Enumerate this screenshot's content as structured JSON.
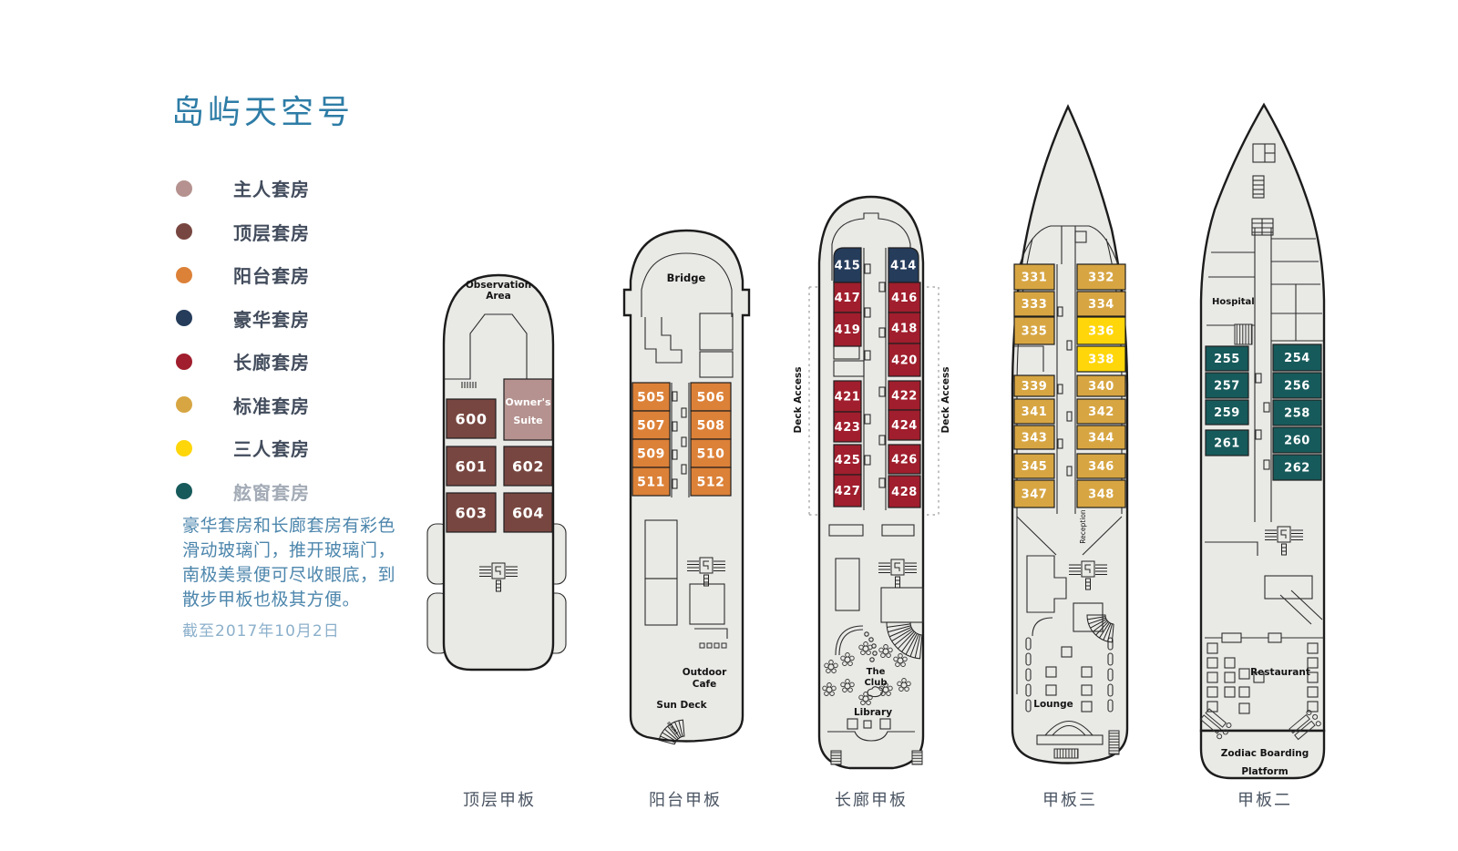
{
  "title": "岛屿天空号",
  "note": "豪华套房和长廊套房有彩色滑动玻璃门，推开玻璃门，南极美景便可尽收眼底，到散步甲板也极其方便。",
  "as_of": "截至2017年10月2日",
  "colors": {
    "master": "#b5928f",
    "penthouse": "#784640",
    "veranda": "#dc8138",
    "deluxe": "#253c5b",
    "promenade": "#a01e2d",
    "standard": "#d7a643",
    "triple": "#ffd60a",
    "porthole": "#175a5b"
  },
  "ui_colors": {
    "title": "#2d7ca6",
    "note": "#4d86ac",
    "date": "#8cb0cb",
    "legend_label": "#424c5c",
    "legend_label_muted": "#a3abb6",
    "deck_label": "#4b5563",
    "hull_fill": "#e9e9e6",
    "outline": "#1c1c1c"
  },
  "legend": [
    {
      "key": "master",
      "label": "主人套房",
      "muted": false
    },
    {
      "key": "penthouse",
      "label": "顶层套房",
      "muted": false
    },
    {
      "key": "veranda",
      "label": "阳台套房",
      "muted": false
    },
    {
      "key": "deluxe",
      "label": "豪华套房",
      "muted": false
    },
    {
      "key": "promenade",
      "label": "长廊套房",
      "muted": false
    },
    {
      "key": "standard",
      "label": "标准套房",
      "muted": false
    },
    {
      "key": "triple",
      "label": "三人套房",
      "muted": false
    },
    {
      "key": "porthole",
      "label": "舷窗套房",
      "muted": true
    }
  ],
  "decks": [
    {
      "id": "top",
      "label": "顶层甲板",
      "areas": {
        "observation_1": "Observation",
        "observation_2": "Area",
        "owners_suite_1": "Owner's",
        "owners_suite_2": "Suite"
      },
      "cabins": [
        {
          "no": "600",
          "type": "penthouse"
        },
        {
          "no": "601",
          "type": "penthouse"
        },
        {
          "no": "602",
          "type": "penthouse"
        },
        {
          "no": "603",
          "type": "penthouse"
        },
        {
          "no": "604",
          "type": "penthouse"
        }
      ]
    },
    {
      "id": "veranda",
      "label": "阳台甲板",
      "areas": {
        "bridge": "Bridge",
        "outdoor_cafe_1": "Outdoor",
        "outdoor_cafe_2": "Cafe",
        "sun_deck": "Sun Deck",
        "stairs": "STAIRS"
      },
      "cabins": [
        {
          "no": "505",
          "type": "veranda"
        },
        {
          "no": "506",
          "type": "veranda"
        },
        {
          "no": "507",
          "type": "veranda"
        },
        {
          "no": "508",
          "type": "veranda"
        },
        {
          "no": "509",
          "type": "veranda"
        },
        {
          "no": "510",
          "type": "veranda"
        },
        {
          "no": "511",
          "type": "veranda"
        },
        {
          "no": "512",
          "type": "veranda"
        }
      ]
    },
    {
      "id": "promenade",
      "label": "长廊甲板",
      "areas": {
        "deck_access": "Deck Access",
        "the_club_1": "The",
        "the_club_2": "Club",
        "library": "Library"
      },
      "cabins": [
        {
          "no": "415",
          "type": "deluxe"
        },
        {
          "no": "414",
          "type": "deluxe"
        },
        {
          "no": "417",
          "type": "promenade"
        },
        {
          "no": "416",
          "type": "promenade"
        },
        {
          "no": "419",
          "type": "promenade"
        },
        {
          "no": "418",
          "type": "promenade"
        },
        {
          "no": "420",
          "type": "promenade"
        },
        {
          "no": "421",
          "type": "promenade"
        },
        {
          "no": "422",
          "type": "promenade"
        },
        {
          "no": "423",
          "type": "promenade"
        },
        {
          "no": "424",
          "type": "promenade"
        },
        {
          "no": "425",
          "type": "promenade"
        },
        {
          "no": "426",
          "type": "promenade"
        },
        {
          "no": "427",
          "type": "promenade"
        },
        {
          "no": "428",
          "type": "promenade"
        }
      ]
    },
    {
      "id": "deck3",
      "label": "甲板三",
      "areas": {
        "reception": "Reception",
        "lounge": "Lounge"
      },
      "cabins": [
        {
          "no": "331",
          "type": "standard"
        },
        {
          "no": "332",
          "type": "standard"
        },
        {
          "no": "333",
          "type": "standard"
        },
        {
          "no": "334",
          "type": "standard"
        },
        {
          "no": "335",
          "type": "standard"
        },
        {
          "no": "336",
          "type": "triple"
        },
        {
          "no": "338",
          "type": "triple"
        },
        {
          "no": "339",
          "type": "standard"
        },
        {
          "no": "340",
          "type": "standard"
        },
        {
          "no": "341",
          "type": "standard"
        },
        {
          "no": "342",
          "type": "standard"
        },
        {
          "no": "343",
          "type": "standard"
        },
        {
          "no": "344",
          "type": "standard"
        },
        {
          "no": "345",
          "type": "standard"
        },
        {
          "no": "346",
          "type": "standard"
        },
        {
          "no": "347",
          "type": "standard"
        },
        {
          "no": "348",
          "type": "standard"
        }
      ]
    },
    {
      "id": "deck2",
      "label": "甲板二",
      "areas": {
        "hospital": "Hospital",
        "restaurant": "Restaurant",
        "zodiac_1": "Zodiac Boarding",
        "zodiac_2": "Platform"
      },
      "cabins": [
        {
          "no": "255",
          "type": "porthole"
        },
        {
          "no": "254",
          "type": "porthole"
        },
        {
          "no": "257",
          "type": "porthole"
        },
        {
          "no": "256",
          "type": "porthole"
        },
        {
          "no": "259",
          "type": "porthole"
        },
        {
          "no": "258",
          "type": "porthole"
        },
        {
          "no": "261",
          "type": "porthole"
        },
        {
          "no": "260",
          "type": "porthole"
        },
        {
          "no": "262",
          "type": "porthole"
        }
      ]
    }
  ]
}
